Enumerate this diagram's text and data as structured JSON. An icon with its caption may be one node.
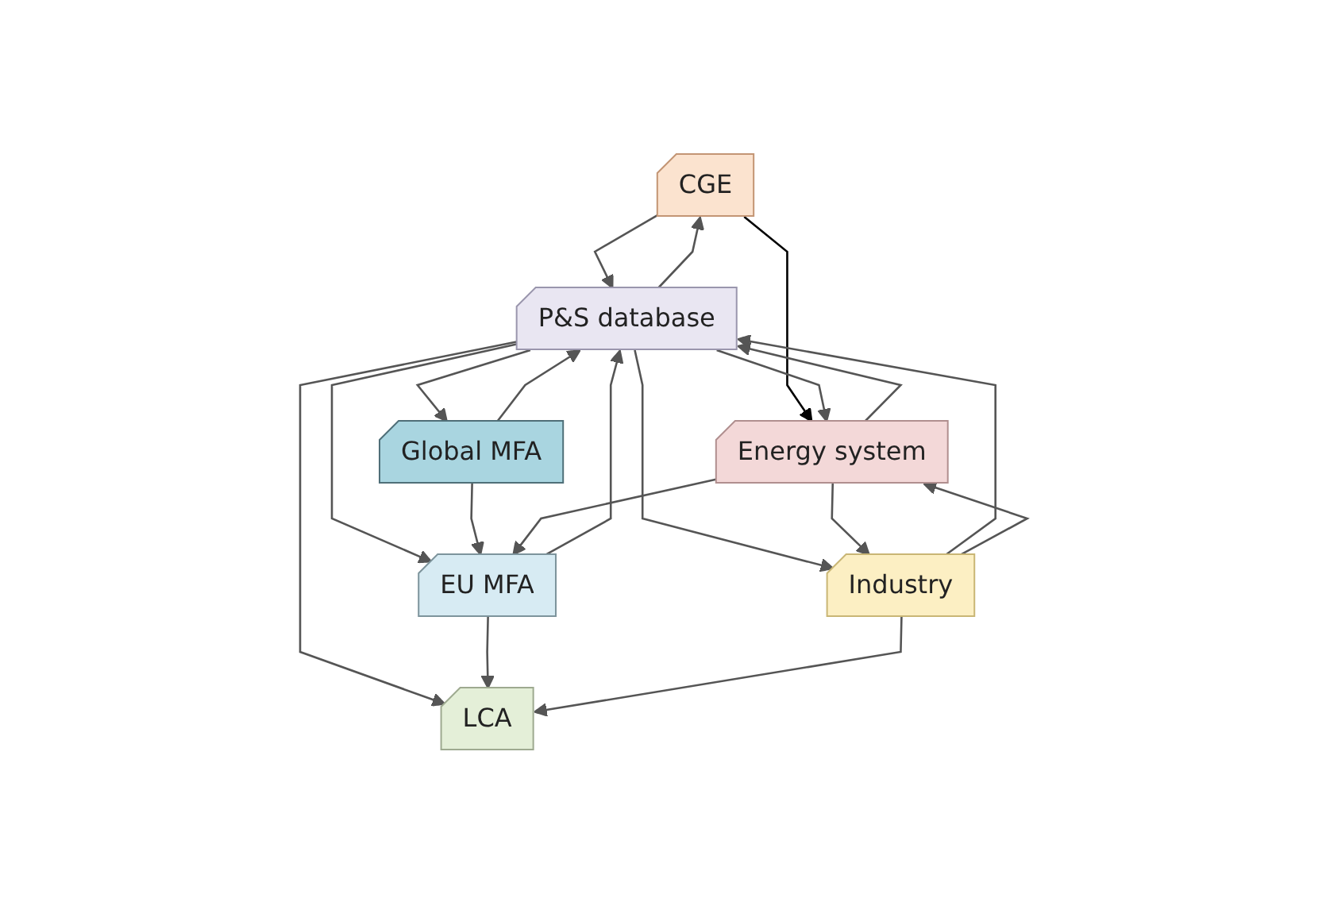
{
  "diagram": {
    "nodes": [
      {
        "text": [
          "CGE"
        ]
      },
      {
        "text": [
          "P&S database"
        ]
      },
      {
        "text": [
          "Global MFA"
        ]
      },
      {
        "text": [
          "EU MFA"
        ]
      },
      {
        "text": [
          "Energy system"
        ]
      },
      {
        "text": [
          "Industry"
        ]
      },
      {
        "text": [
          "LCA"
        ]
      }
    ],
    "edges": [
      {
        "from": 0,
        "to": 1,
        "arrow": "to"
      },
      {
        "from": 1,
        "to": 0,
        "arrow": "to"
      },
      {
        "from": 0,
        "to": 4,
        "arrow": "to",
        "color": "#000000"
      },
      {
        "from": 1,
        "to": 2,
        "arrow": "to"
      },
      {
        "from": 1,
        "to": 3,
        "arrow": "to"
      },
      {
        "from": 1,
        "to": 4,
        "arrow": "to"
      },
      {
        "from": 1,
        "to": 5,
        "arrow": "to"
      },
      {
        "from": 1,
        "to": 6,
        "arrow": "to"
      },
      {
        "from": 2,
        "to": 1,
        "arrow": "to"
      },
      {
        "from": 2,
        "to": 3,
        "arrow": "to"
      },
      {
        "from": 3,
        "to": 1,
        "arrow": "to"
      },
      {
        "from": 3,
        "to": 6,
        "arrow": "to"
      },
      {
        "from": 4,
        "to": 1,
        "arrow": "to"
      },
      {
        "from": 4,
        "to": 3,
        "arrow": "to"
      },
      {
        "from": 4,
        "to": 5,
        "arrow": "to"
      },
      {
        "from": 5,
        "to": 1,
        "arrow": "to"
      },
      {
        "from": 5,
        "to": 4,
        "arrow": "to"
      },
      {
        "from": 5,
        "to": 6,
        "arrow": "to"
      }
    ]
  }
}
